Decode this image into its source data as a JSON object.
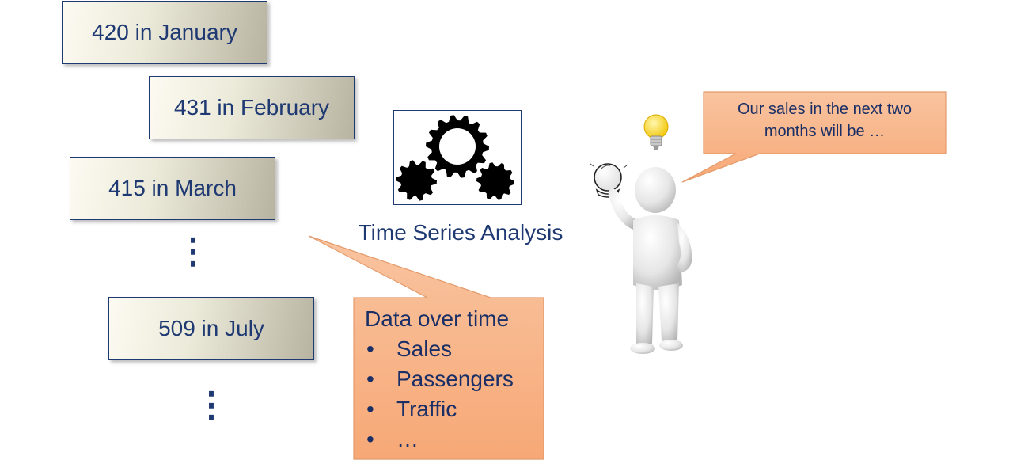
{
  "monthly_values": [
    {
      "label": "420 in January"
    },
    {
      "label": "431 in February"
    },
    {
      "label": "415 in March"
    },
    {
      "label": "509 in July"
    }
  ],
  "ellipsis_dots": "⋮",
  "process": {
    "icon": "gears-icon",
    "label": "Time Series Analysis"
  },
  "data_callout": {
    "heading": "Data over time",
    "items": [
      "Sales",
      "Passengers",
      "Traffic",
      "…"
    ]
  },
  "forecast_callout": {
    "text": "Our sales in the next two months will be …"
  },
  "figure": {
    "icons": [
      "person-icon",
      "crystal-ball-icon",
      "lightbulb-icon"
    ]
  },
  "colors": {
    "text_navy": "#1f3a73",
    "callout_fill": "#f9b88c",
    "callout_border": "#e39a6a"
  }
}
